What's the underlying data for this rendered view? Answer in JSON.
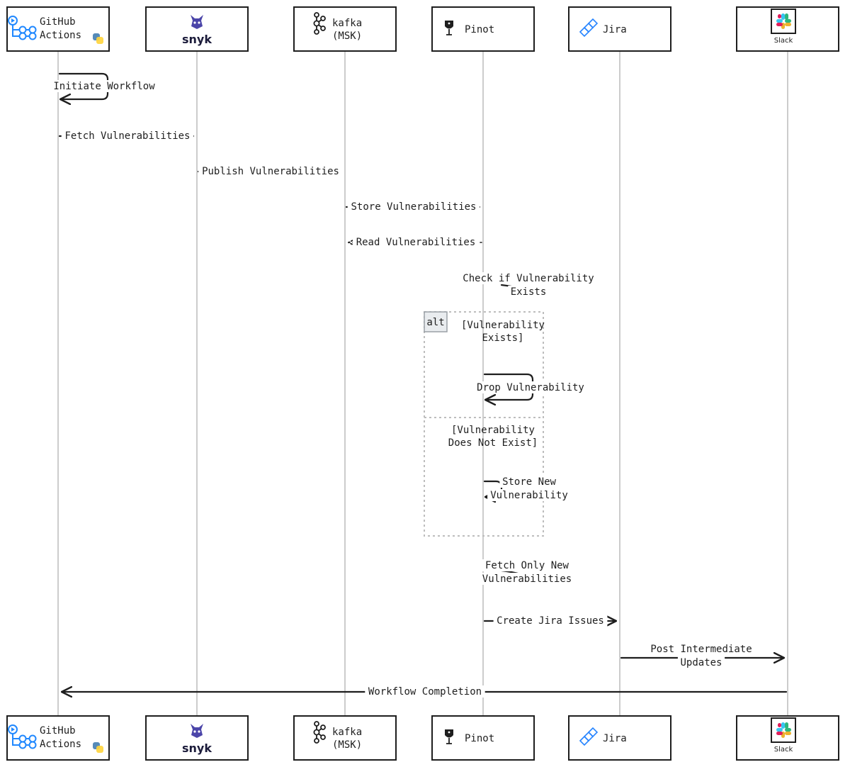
{
  "participants": [
    {
      "id": "github",
      "lines": [
        "GitHub",
        "Actions"
      ],
      "icon": "github-actions-icon"
    },
    {
      "id": "snyk",
      "lines": [
        "snyk"
      ],
      "icon": "snyk-icon"
    },
    {
      "id": "kafka",
      "lines": [
        "kafka",
        "(MSK)"
      ],
      "icon": "kafka-icon"
    },
    {
      "id": "pinot",
      "lines": [
        "Pinot"
      ],
      "icon": "pinot-icon"
    },
    {
      "id": "jira",
      "lines": [
        "Jira"
      ],
      "icon": "jira-icon"
    },
    {
      "id": "slack",
      "lines": [
        "Slack"
      ],
      "icon": "slack-icon"
    }
  ],
  "messages": [
    {
      "from": "github",
      "to": "github",
      "lines": [
        "Initiate Workflow"
      ],
      "style": "solid"
    },
    {
      "from": "github",
      "to": "snyk",
      "lines": [
        "Fetch Vulnerabilities"
      ],
      "style": "solid"
    },
    {
      "from": "snyk",
      "to": "kafka",
      "lines": [
        "Publish Vulnerabilities"
      ],
      "style": "solid"
    },
    {
      "from": "kafka",
      "to": "pinot",
      "lines": [
        "Store Vulnerabilities"
      ],
      "style": "solid"
    },
    {
      "from": "pinot",
      "to": "kafka",
      "lines": [
        "Read Vulnerabilities"
      ],
      "style": "dotted"
    },
    {
      "from": "pinot",
      "to": "pinot",
      "lines": [
        "Check if Vulnerability",
        "Exists"
      ],
      "style": "solid"
    },
    {
      "from": "pinot",
      "to": "pinot",
      "lines": [
        "Drop Vulnerability"
      ],
      "style": "solid"
    },
    {
      "from": "pinot",
      "to": "pinot",
      "lines": [
        "Store New",
        "Vulnerability"
      ],
      "style": "solid"
    },
    {
      "from": "pinot",
      "to": "pinot",
      "lines": [
        "Fetch Only New",
        "Vulnerabilities"
      ],
      "style": "solid"
    },
    {
      "from": "pinot",
      "to": "jira",
      "lines": [
        "Create Jira Issues"
      ],
      "style": "solid"
    },
    {
      "from": "jira",
      "to": "slack",
      "lines": [
        "Post Intermediate",
        "Updates"
      ],
      "style": "solid"
    },
    {
      "from": "slack",
      "to": "github",
      "lines": [
        "Workflow Completion"
      ],
      "style": "solid"
    }
  ],
  "alt_block": {
    "tag": "alt",
    "conditions": [
      {
        "lines": [
          "[Vulnerability",
          "Exists]"
        ]
      },
      {
        "lines": [
          "[Vulnerability",
          "Does Not Exist]"
        ]
      }
    ]
  },
  "colors": {
    "github_blue": "#2088ff",
    "snyk_purple": "#4b45a9",
    "jira_blue": "#2684ff",
    "slack_teal": "#36c5f0",
    "slack_green": "#2eb67d",
    "slack_yellow": "#ecb22e",
    "slack_red": "#e01e5a"
  }
}
